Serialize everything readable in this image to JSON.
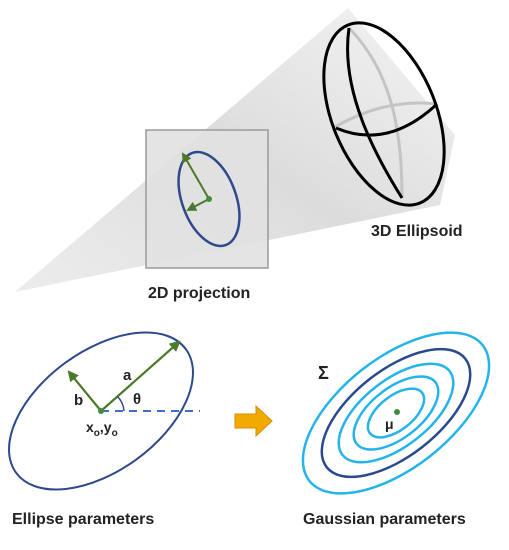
{
  "top": {
    "ellipsoid_label": "3D Ellipsoid",
    "projection_label": "2D projection"
  },
  "ellipse_params": {
    "caption": "Ellipse parameters",
    "label_a": "a",
    "label_b": "b",
    "label_theta": "θ",
    "label_x": "x",
    "label_x_sub": "o",
    "label_comma": ",",
    "label_y": "y",
    "label_y_sub": "o"
  },
  "gaussian_params": {
    "caption": "Gaussian parameters",
    "label_sigma": "Σ",
    "label_mu": "μ"
  },
  "colors": {
    "ellipse_blue": "#2f4a8c",
    "arrow_green": "#4a7a2a",
    "center_green": "#3f8f3a",
    "dash_blue": "#3f6fc4",
    "contour_dark": "#2a4a8e",
    "contour_light": "#25b4ea",
    "arrow_orange": "#f2a900",
    "ellipsoid_black": "#000000",
    "ellipsoid_gray": "#c4c4c4",
    "box_fill": "#e3e3e3",
    "box_stroke": "#9a9a9a",
    "cone_fill": "#ededed"
  }
}
